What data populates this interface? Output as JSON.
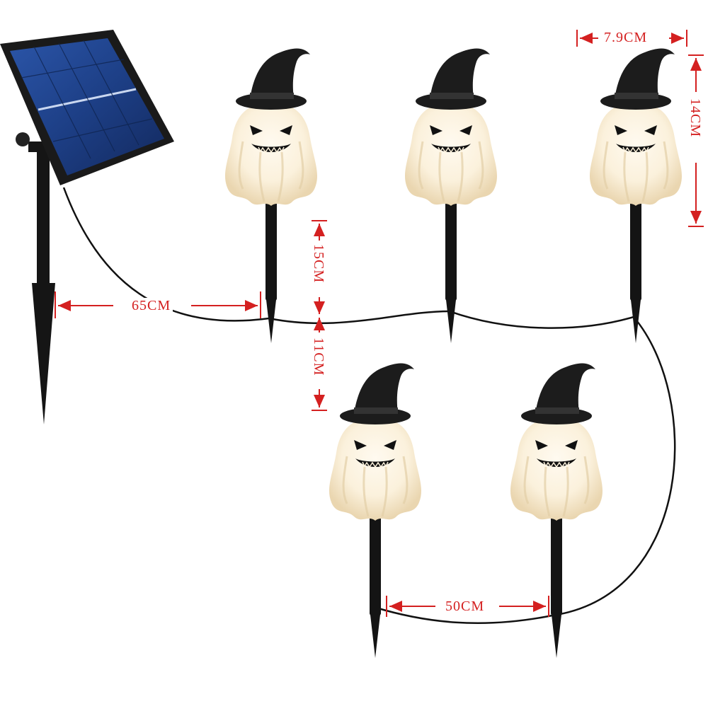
{
  "colors": {
    "dimension": "#d42020",
    "stake": "#141414",
    "ghost_glow": "#fbf1dc",
    "ghost_shadow": "#ead6b0",
    "hat": "#1c1c1c",
    "solar_cell": "#1d3f86",
    "solar_frame": "#1a1a1a",
    "wire": "#111111"
  },
  "product": {
    "solar_panel_icon": "solar-panel",
    "light_count": 5,
    "light_icon": "ghost-witch-hat-stake-light"
  },
  "dimensions": {
    "panel_to_first_light": "65CM",
    "light_body_height": "15CM",
    "stake_length": "11CM",
    "light_width": "7.9CM",
    "hat_and_head_height": "14CM",
    "light_spacing": "50CM"
  }
}
